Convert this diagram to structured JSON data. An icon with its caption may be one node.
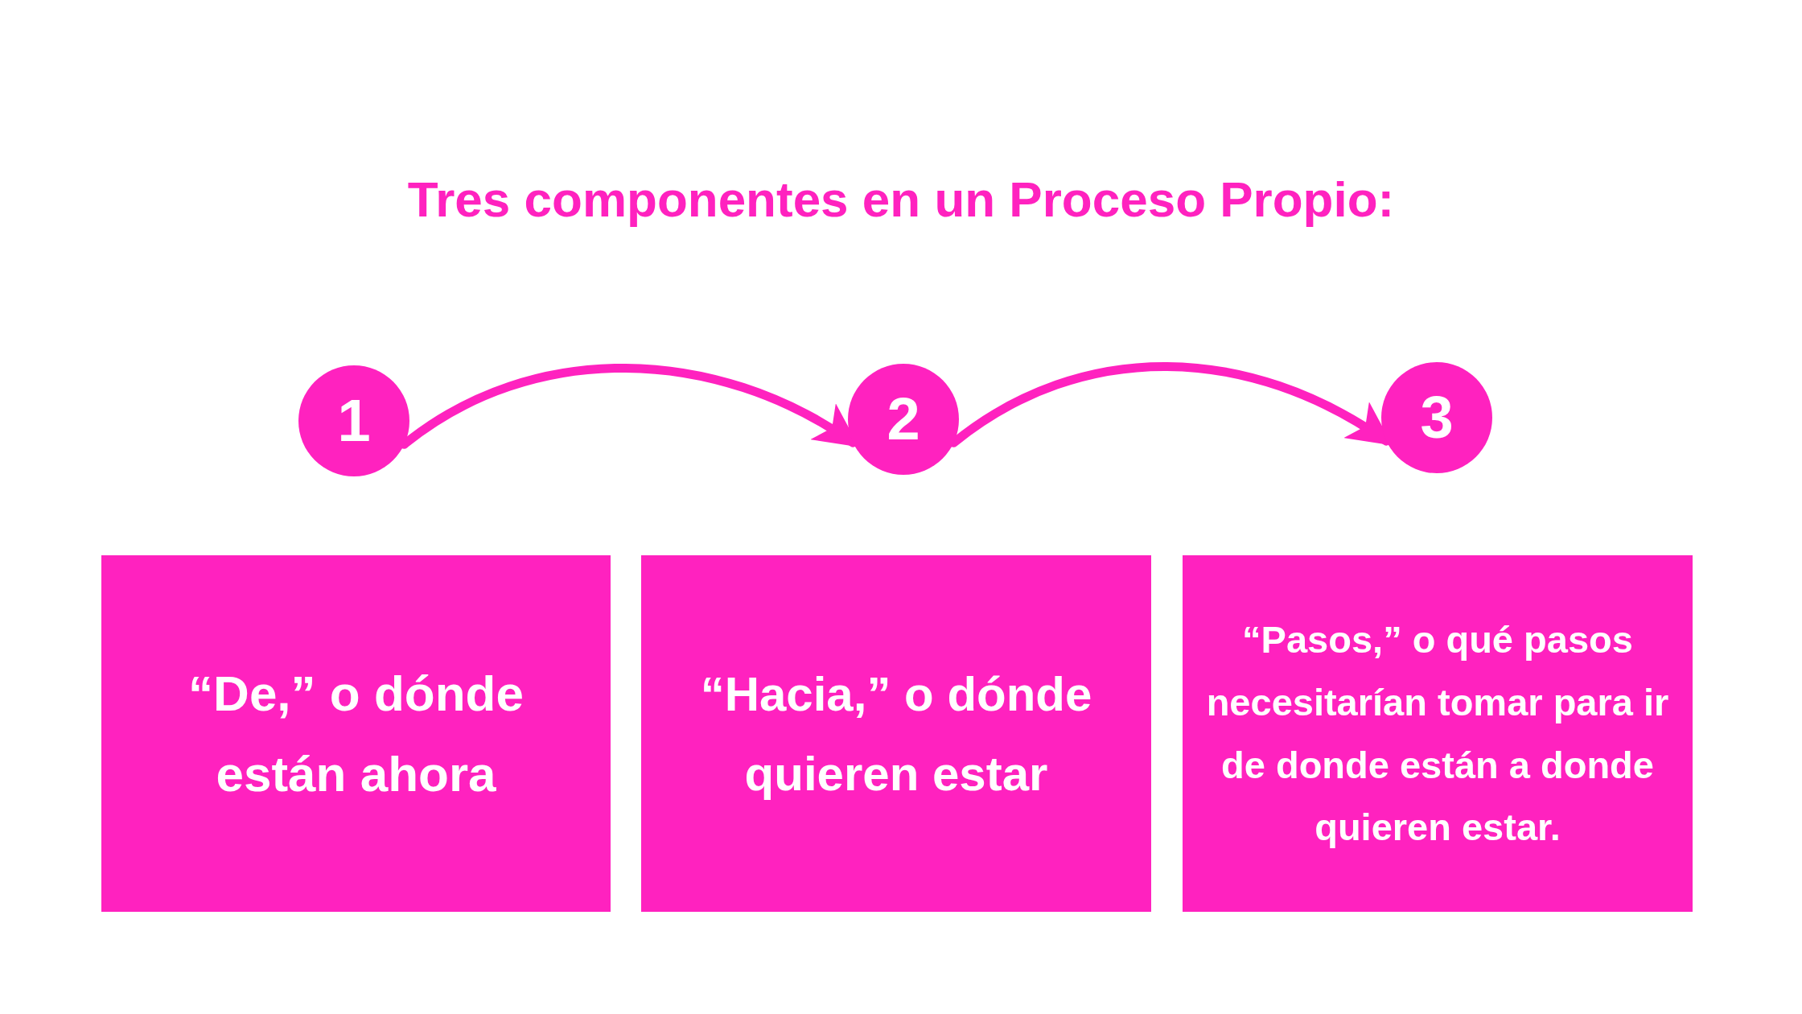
{
  "diagram": {
    "title": "Tres componentes en un Proceso Propio:",
    "nodes": [
      {
        "text": [
          "1"
        ]
      },
      {
        "text": [
          "2"
        ]
      },
      {
        "text": [
          "3"
        ]
      },
      {
        "text": [
          "“De,” o dónde están ahora"
        ]
      },
      {
        "text": [
          "“Hacia,” o dónde quieren estar"
        ]
      },
      {
        "text": [
          "“Pasos,” o qué pasos necesitarían tomar para ir de donde están a donde quieren estar."
        ]
      }
    ],
    "edges": [
      {
        "from": 0,
        "to": 1,
        "arrow": "to"
      },
      {
        "from": 1,
        "to": 2,
        "arrow": "to"
      }
    ]
  }
}
